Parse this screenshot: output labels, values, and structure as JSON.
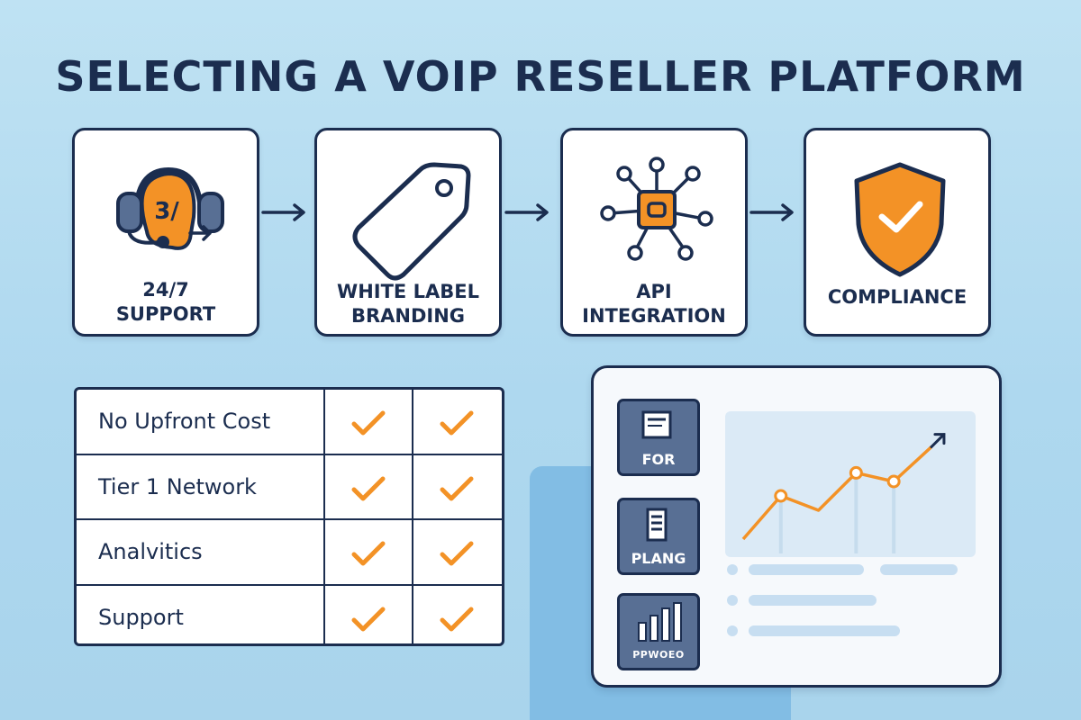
{
  "title": "SELECTING A VOIP RESELLER PLATFORM",
  "colors": {
    "navy": "#1b2d4f",
    "orange": "#f39226",
    "background": "#b6dcf0",
    "tile": "#586f94"
  },
  "steps": [
    {
      "label": "24/7\nSUPPORT",
      "icon": "headset-icon",
      "badge": "3/"
    },
    {
      "label": "WHITE LABEL\nBRANDING",
      "icon": "tag-icon"
    },
    {
      "label": "API\nINTEGRATION",
      "icon": "network-hub-icon"
    },
    {
      "label": "COMPLIANCE",
      "icon": "shield-check-icon"
    }
  ],
  "table": {
    "rows": [
      {
        "label": "No Upfront Cost",
        "col1": true,
        "col2": true
      },
      {
        "label": "Tier 1 Network",
        "col1": true,
        "col2": true
      },
      {
        "label": "Analvitics",
        "col1": true,
        "col2": true
      },
      {
        "label": "Support",
        "col1": true,
        "col2": true
      }
    ]
  },
  "dashboard": {
    "tiles": [
      {
        "label": "FOR",
        "icon": "document-icon"
      },
      {
        "label": "PLANG",
        "icon": "list-icon"
      },
      {
        "label": "PPWOEO",
        "icon": "bar-chart-icon"
      }
    ],
    "chart_data": {
      "type": "line",
      "title": "",
      "xlabel": "",
      "ylabel": "",
      "x": [
        0,
        1,
        2,
        3,
        4,
        5
      ],
      "y": [
        0,
        1.5,
        1.0,
        2.3,
        2.0,
        3.2
      ],
      "xlim": [
        0,
        5.6
      ],
      "ylim": [
        0,
        4
      ],
      "markers_at": [
        1,
        3,
        4
      ],
      "trend_arrow": true,
      "color": "#f39226"
    }
  }
}
